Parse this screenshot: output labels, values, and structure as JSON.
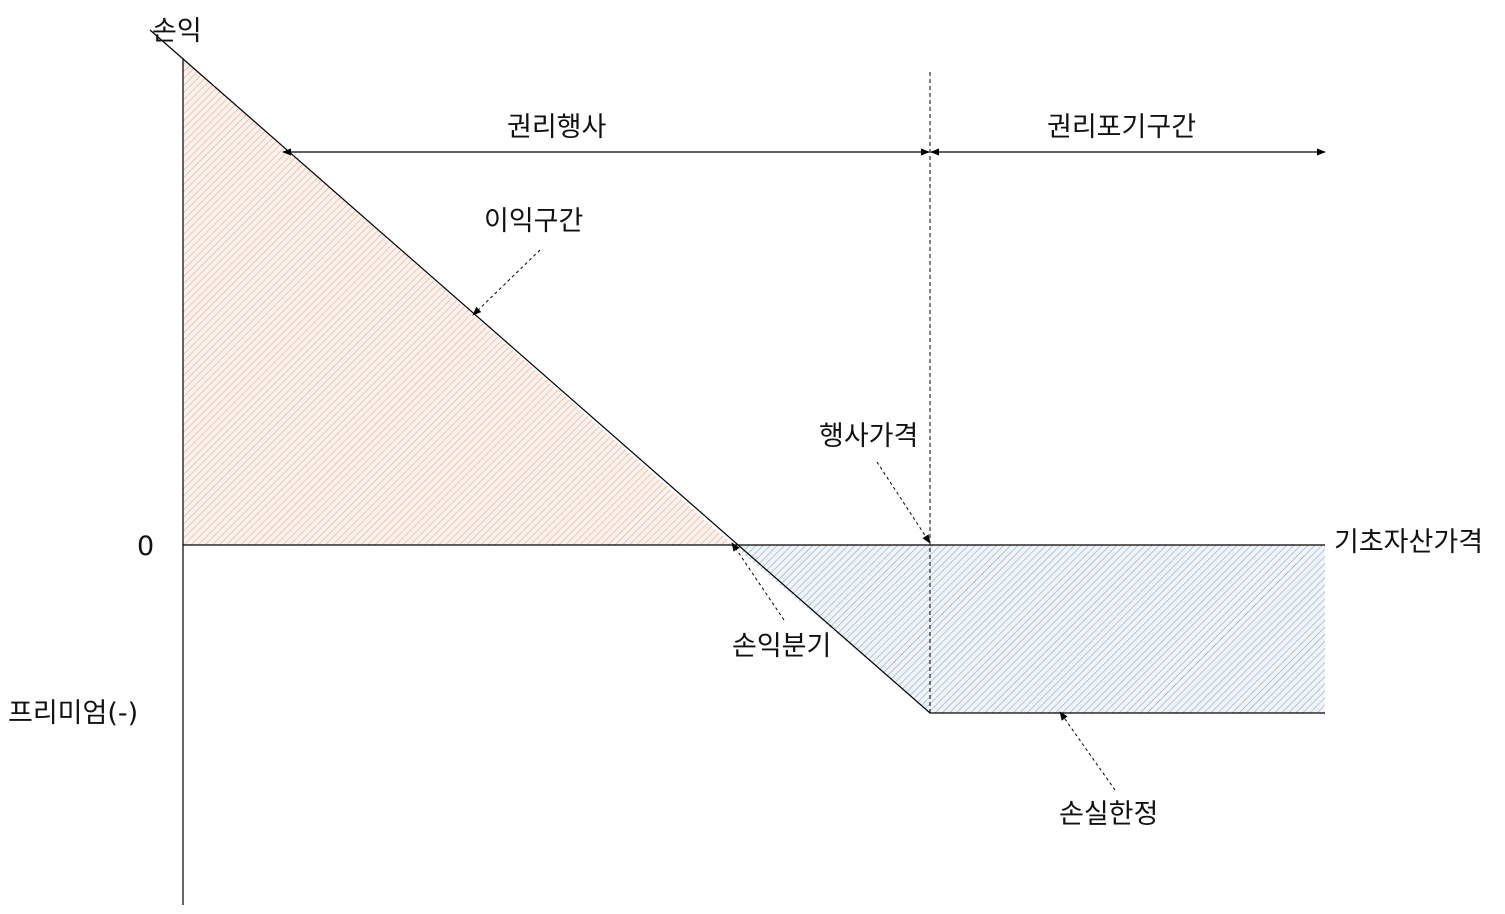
{
  "labels": {
    "y_axis": "손익",
    "zero": "0",
    "premium": "프리미엄(-)",
    "x_axis": "기초자산가격",
    "exercise_zone": "권리행사",
    "abandon_zone": "권리포기구간",
    "profit_zone": "이익구간",
    "strike_price": "행사가격",
    "breakeven": "손익분기",
    "loss_limit": "손실한정"
  },
  "colors": {
    "line": "#000000",
    "profit_hatch": "#e9a58a",
    "loss_hatch": "#86a9cc"
  }
}
